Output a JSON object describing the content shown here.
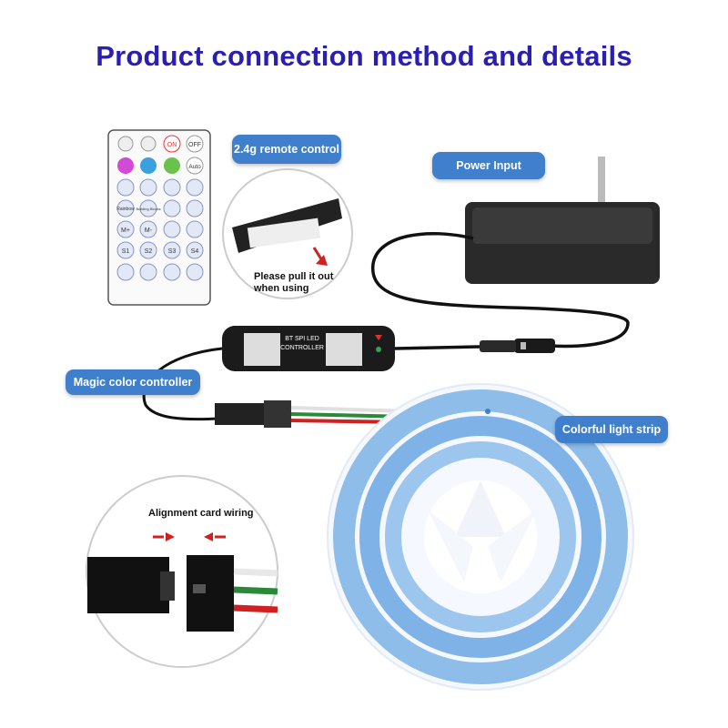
{
  "title": "Product connection method and details",
  "labels": {
    "remote": "2.4g remote control",
    "power": "Power Input",
    "controller": "Magic color controller",
    "strip": "Colorful light strip",
    "pull_note": "Please pull it out when using",
    "wiring": "Alignment card wiring"
  },
  "controller_text": {
    "line1": "BT SPI LED",
    "line2": "CONTROLLER"
  },
  "remote_buttons": {
    "on": "ON",
    "off": "OFF",
    "auto": "Auto",
    "rainbow": "Rainbow",
    "building": "Building Blocks",
    "m_plus": "M+",
    "m_minus": "M-",
    "s1": "S1",
    "s2": "S2",
    "s3": "S3",
    "s4": "S4"
  },
  "colors": {
    "title": "#2a1fb0",
    "label_bg": "#3f7fcb",
    "strip": "#7fb3e8"
  }
}
